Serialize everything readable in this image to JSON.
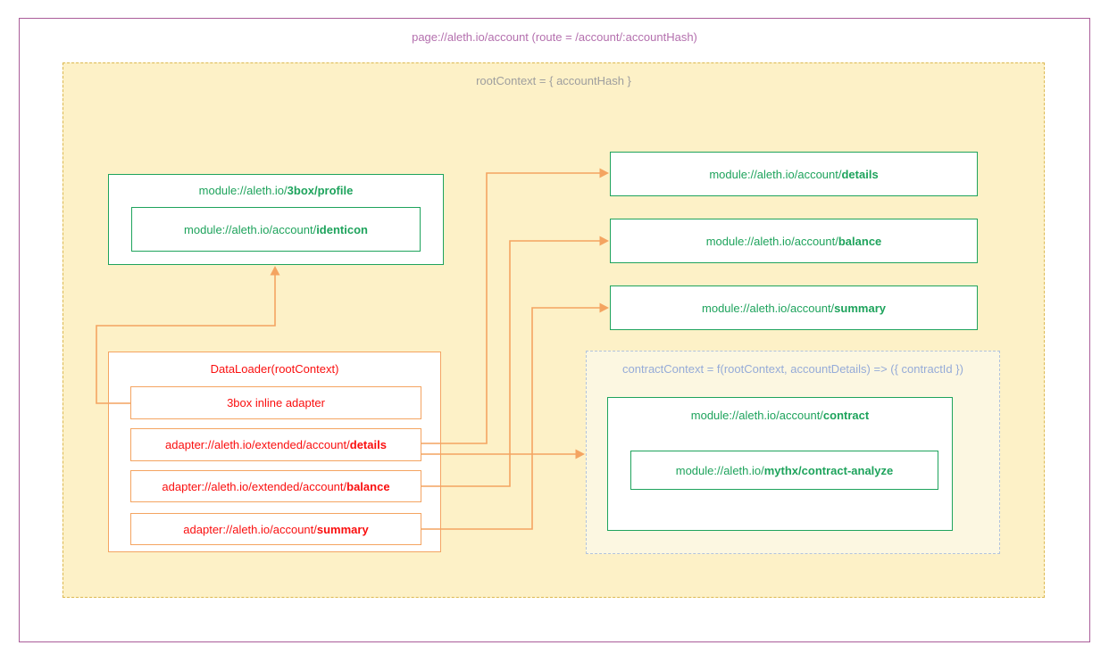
{
  "page": {
    "title": "page://aleth.io/account (route = /account/:accountHash)"
  },
  "root_context": {
    "label": "rootContext = { accountHash }"
  },
  "profile_module": {
    "prefix": "module://aleth.io/",
    "bold": "3box/profile"
  },
  "identicon_module": {
    "prefix": "module://aleth.io/account/",
    "bold": "identicon"
  },
  "data_loader": {
    "title": "DataLoader(rootContext)",
    "adapters": [
      {
        "prefix": "3box inline adapter",
        "bold": ""
      },
      {
        "prefix": "adapter://aleth.io/extended/account/",
        "bold": "details"
      },
      {
        "prefix": "adapter://aleth.io/extended/account/",
        "bold": "balance"
      },
      {
        "prefix": "adapter://aleth.io/account/",
        "bold": "summary"
      }
    ]
  },
  "modules": [
    {
      "prefix": "module://aleth.io/account/",
      "bold": "details"
    },
    {
      "prefix": "module://aleth.io/account/",
      "bold": "balance"
    },
    {
      "prefix": "module://aleth.io/account/",
      "bold": "summary"
    }
  ],
  "contract_context": {
    "label": "contractContext = f(rootContext, accountDetails) => ({ contractId })",
    "contract_module": {
      "prefix": "module://aleth.io/account/",
      "bold": "contract"
    },
    "mythx_module": {
      "prefix": "module://aleth.io/",
      "bold": "mythx/contract-analyze"
    }
  },
  "colors": {
    "purple_border": "#aa5c99",
    "purple_text": "#b470ae",
    "yellow_fill": "#fdf1c7",
    "yellow_border": "#dcb850",
    "gray_text": "#9e9e9e",
    "green": "#1ea35c",
    "red": "#fa0f0f",
    "orange": "#f4a461",
    "blue_border": "#b2c4de",
    "blue_text": "#95abd8",
    "contract_fill": "#fcf7e1"
  }
}
